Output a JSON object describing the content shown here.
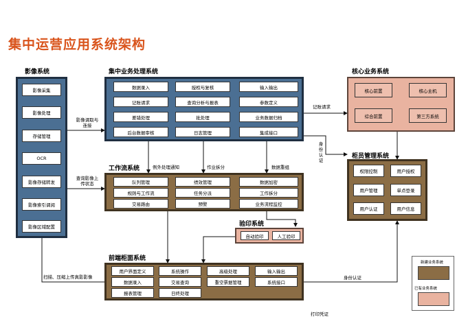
{
  "title": "集中运营应用系统架构",
  "sections": {
    "imaging": {
      "title": "影像系统",
      "items": [
        "影像采集",
        "影像处理",
        "存储管理",
        "OCR",
        "影像存储转发",
        "影像索引调阅",
        "影像区域配置"
      ]
    },
    "central": {
      "title": "集中业务处理系统",
      "items": [
        "数据录入",
        "授权与复核",
        "输入输出",
        "记账请求",
        "查询分析与报表",
        "参数定义",
        "差错处理",
        "批处理",
        "业务数据归档",
        "后台数据审核",
        "日志管理",
        "集成接口"
      ]
    },
    "core": {
      "title": "核心业务系统",
      "items": [
        "核心前置",
        "核心主机",
        "综合前置",
        "第三方系统"
      ]
    },
    "workflow": {
      "title": "工作流系统",
      "items": [
        "队列管理",
        "绩效管理",
        "数据加密",
        "规则与工作流",
        "任务分派",
        "工作拆分",
        "交易路由",
        "预警",
        "业务流程监控"
      ]
    },
    "teller": {
      "title": "柜员管理系统",
      "items": [
        "权限控制",
        "用户授权",
        "用户管理",
        "单点登录",
        "用户认证",
        "用户信息"
      ]
    },
    "seal": {
      "title": "验印系统",
      "items": [
        "自动验印",
        "人工验印"
      ]
    },
    "frontend": {
      "title": "前端柜面系统",
      "items": [
        "用户界面定义",
        "系统操作",
        "高级处理",
        "输入输出",
        "数据录入",
        "交易查询",
        "重空票据管理",
        "系统接口",
        "报表管理",
        "日终处理"
      ]
    }
  },
  "connectors": {
    "imaging_call": "影像调取与连接",
    "query_upload": "查询影像上传状态",
    "accounting_req": "记账请求",
    "exception_notice": "例外处理通知",
    "job_split": "作业拆分",
    "data_recheck": "数据重组",
    "identity_auth_v": "身份认证",
    "scan_upload": "扫描、压缩上传真影影像",
    "identity_auth": "身份认证",
    "print_voucher": "打印凭证"
  },
  "legend": {
    "new_label": "新建业务系统",
    "existing_label": "已有业务系统"
  },
  "colors": {
    "title": "#d9541c",
    "blue_panel": "#4b6f93",
    "brown_panel": "#8b6d45",
    "pink_panel": "#e9b3a0"
  }
}
